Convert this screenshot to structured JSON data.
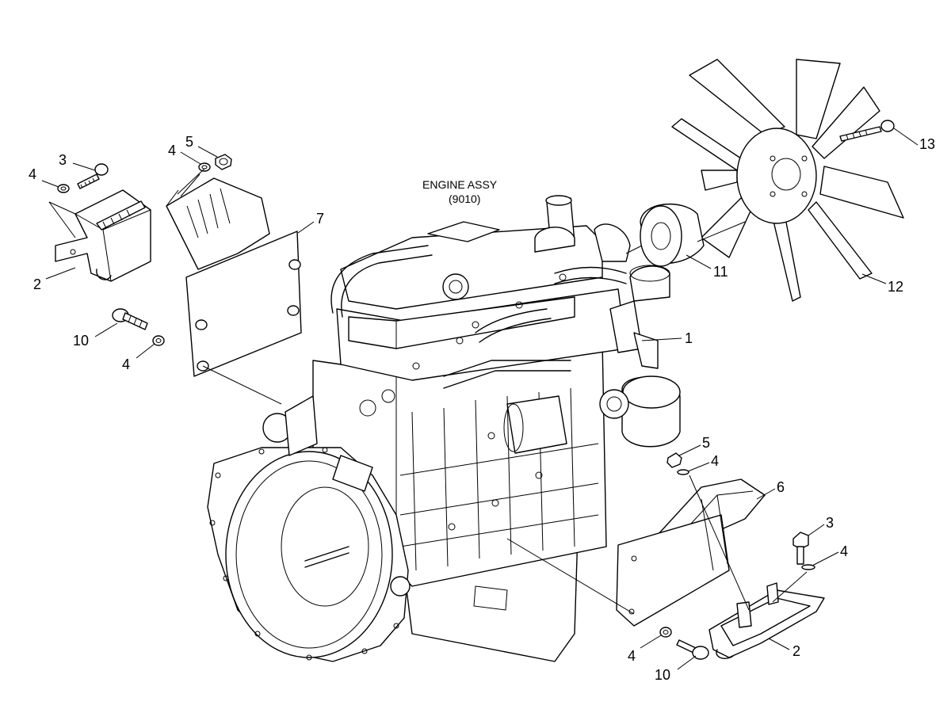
{
  "title": {
    "line1": "ENGINE ASSY",
    "line2": "(9010)"
  },
  "callouts": [
    {
      "id": "c-4-a",
      "text": "4"
    },
    {
      "id": "c-3-a",
      "text": "3"
    },
    {
      "id": "c-5-a",
      "text": "5"
    },
    {
      "id": "c-4-b",
      "text": "4"
    },
    {
      "id": "c-7",
      "text": "7"
    },
    {
      "id": "c-2-a",
      "text": "2"
    },
    {
      "id": "c-10-a",
      "text": "10"
    },
    {
      "id": "c-4-c",
      "text": "4"
    },
    {
      "id": "c-13",
      "text": "13"
    },
    {
      "id": "c-11",
      "text": "11"
    },
    {
      "id": "c-12",
      "text": "12"
    },
    {
      "id": "c-1",
      "text": "1"
    },
    {
      "id": "c-5-b",
      "text": "5"
    },
    {
      "id": "c-4-d",
      "text": "4"
    },
    {
      "id": "c-6",
      "text": "6"
    },
    {
      "id": "c-3-b",
      "text": "3"
    },
    {
      "id": "c-4-e",
      "text": "4"
    },
    {
      "id": "c-4-f",
      "text": "4"
    },
    {
      "id": "c-2-b",
      "text": "2"
    },
    {
      "id": "c-10-b",
      "text": "10"
    }
  ]
}
